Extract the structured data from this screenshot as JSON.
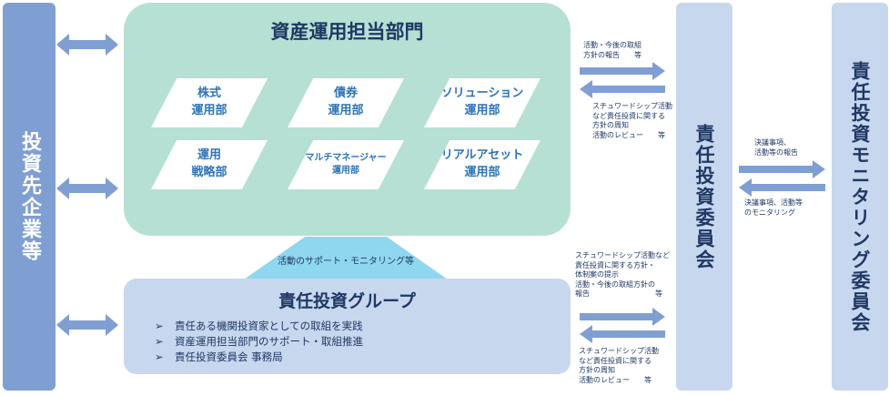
{
  "investees": {
    "label": "投資先企業等"
  },
  "asset_mgmt": {
    "title": "資産運用担当部門",
    "departments": [
      {
        "line1": "株式",
        "line2": "運用部"
      },
      {
        "line1": "債券",
        "line2": "運用部"
      },
      {
        "line1": "ソリューション",
        "line2": "運用部"
      },
      {
        "line1": "運用",
        "line2": "戦略部"
      },
      {
        "line1": "マルチマネージャー",
        "line2": "運用部"
      },
      {
        "line1": "リアルアセット",
        "line2": "運用部"
      }
    ]
  },
  "support_label": "活動のサポート・モニタリング等",
  "ri_group": {
    "title": "責任投資グループ",
    "bullet_mark": "➢",
    "bullets": [
      "責任ある機関投資家としての取組を実践",
      "資産運用担当部門のサポート・取組推進",
      "責任投資委員会 事務局"
    ]
  },
  "committee": {
    "label": "責任投資委員会"
  },
  "monitoring": {
    "label": "責任投資モニタリング委員会"
  },
  "notes": {
    "asset_to_committee": "活動・今後の取組\n方針の報告　　等",
    "committee_to_asset": "スチュワードシップ活動\nなど責任投資に関する\n方針の周知\n活動のレビュー　　等",
    "group_to_committee": "スチュワードシップ活動など\n責任投資に関する方針・\n体制案の提示\n活動・今後の取組方針の\n報告　　　　　　　　　等",
    "committee_to_group": "スチュワードシップ活動\nなど責任投資に関する\n方針の周知\n活動のレビュー　　等",
    "committee_to_monitoring": "決議事項、\n活動等の報告",
    "monitoring_to_committee": "決議事項、活動等\nのモニタリング"
  },
  "colors": {
    "side_box": "#7f9fd2",
    "committee_box": "#c7d7ee",
    "asset_bg": "#b6e0d3",
    "support": "#8fd7ee",
    "arrow": "#7f9fd2",
    "dept_text": "#2e74b5",
    "text": "#1f3864"
  }
}
